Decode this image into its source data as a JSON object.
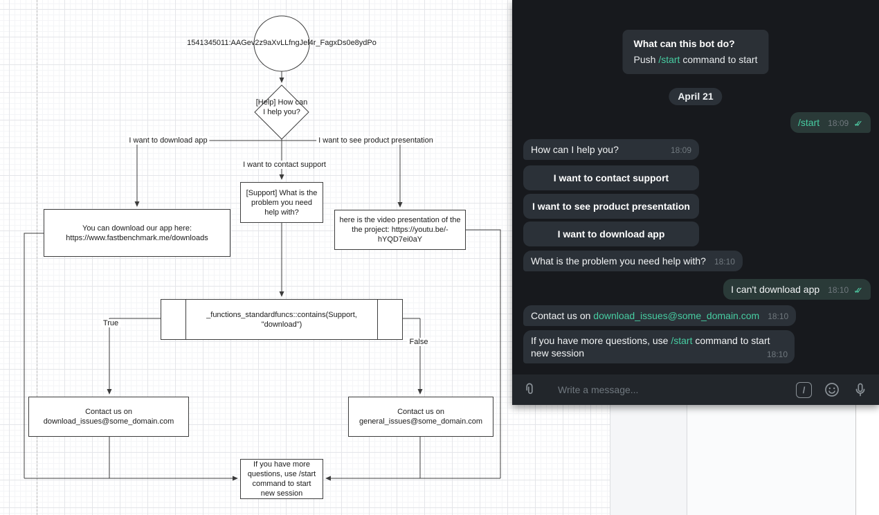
{
  "flowchart": {
    "token": "1541345011:AAGev2z9aXvLLfngJel4r_FagxDs0e8ydPo",
    "help": "[Help] How can I help you?",
    "labels": {
      "download": "I want to download app",
      "support": "I want to contact support",
      "presentation": "I want to see product presentation",
      "true": "True",
      "false": "False"
    },
    "nodes": {
      "download_answer": "You can download our app here: https://www.fastbenchmark.me/downloads",
      "support_question": "[Support] What is the problem you need help with?",
      "presentation_answer": "here is the video presentation of the the project: https://youtu.be/-hYQD7ei0aY",
      "function_check": "_functions_standardfuncs::contains(Support, \"download\")",
      "contact_download": "Contact us on download_issues@some_domain.com",
      "contact_general": "Contact us on general_issues@some_domain.com",
      "more_questions": "If you have more questions, use /start command to start new session"
    }
  },
  "chat": {
    "intro": {
      "title": "What can this bot do?",
      "prefix": "Push ",
      "command": "/start",
      "suffix": " command to start"
    },
    "date": "April 21",
    "messages": {
      "start": {
        "text": "/start",
        "time": "18:09"
      },
      "help": {
        "text": "How can I help you?",
        "time": "18:09"
      },
      "problem": {
        "text": "What is the problem you need help with?",
        "time": "18:10"
      },
      "cant": {
        "text": "I can't download app",
        "time": "18:10"
      },
      "contact": {
        "prefix": "Contact us on ",
        "link": "download_issues@some_domain.com",
        "time": "18:10"
      },
      "more": {
        "prefix": "If you have more questions, use ",
        "command": "/start",
        "suffix": " command to start new session",
        "time": "18:10"
      }
    },
    "buttons": [
      "I want to contact support",
      "I want to see product presentation",
      "I want to download app"
    ],
    "composer": {
      "placeholder": "Write a message...",
      "slash_glyph": "/"
    }
  },
  "icons": {
    "attach": "paperclip-icon",
    "commands": "slash-icon",
    "emoji": "smiley-icon",
    "voice": "microphone-icon",
    "sent": "double-check-icon"
  },
  "colors": {
    "accent_teal": "#47cda2",
    "chat_bg": "#17191d",
    "bubble_in": "#2b3138",
    "bubble_out": "#2a3a38",
    "canvas_stroke": "#3c3c3c"
  }
}
